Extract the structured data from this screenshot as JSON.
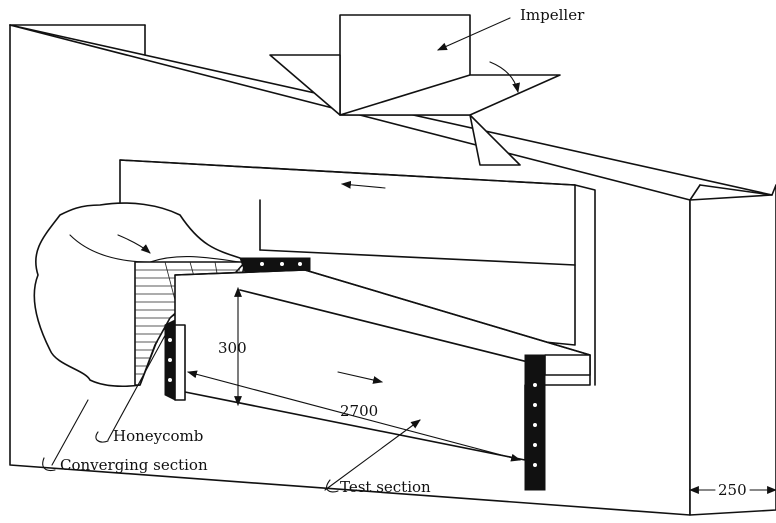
{
  "labels": {
    "impeller": "Impeller",
    "dim_height": "300",
    "dim_length": "2700",
    "honeycomb": "Honeycomb",
    "converging_section": "Converging section",
    "test_section": "Test section",
    "dim_width": "250"
  },
  "colors": {
    "line": "#111111",
    "background": "#ffffff"
  }
}
